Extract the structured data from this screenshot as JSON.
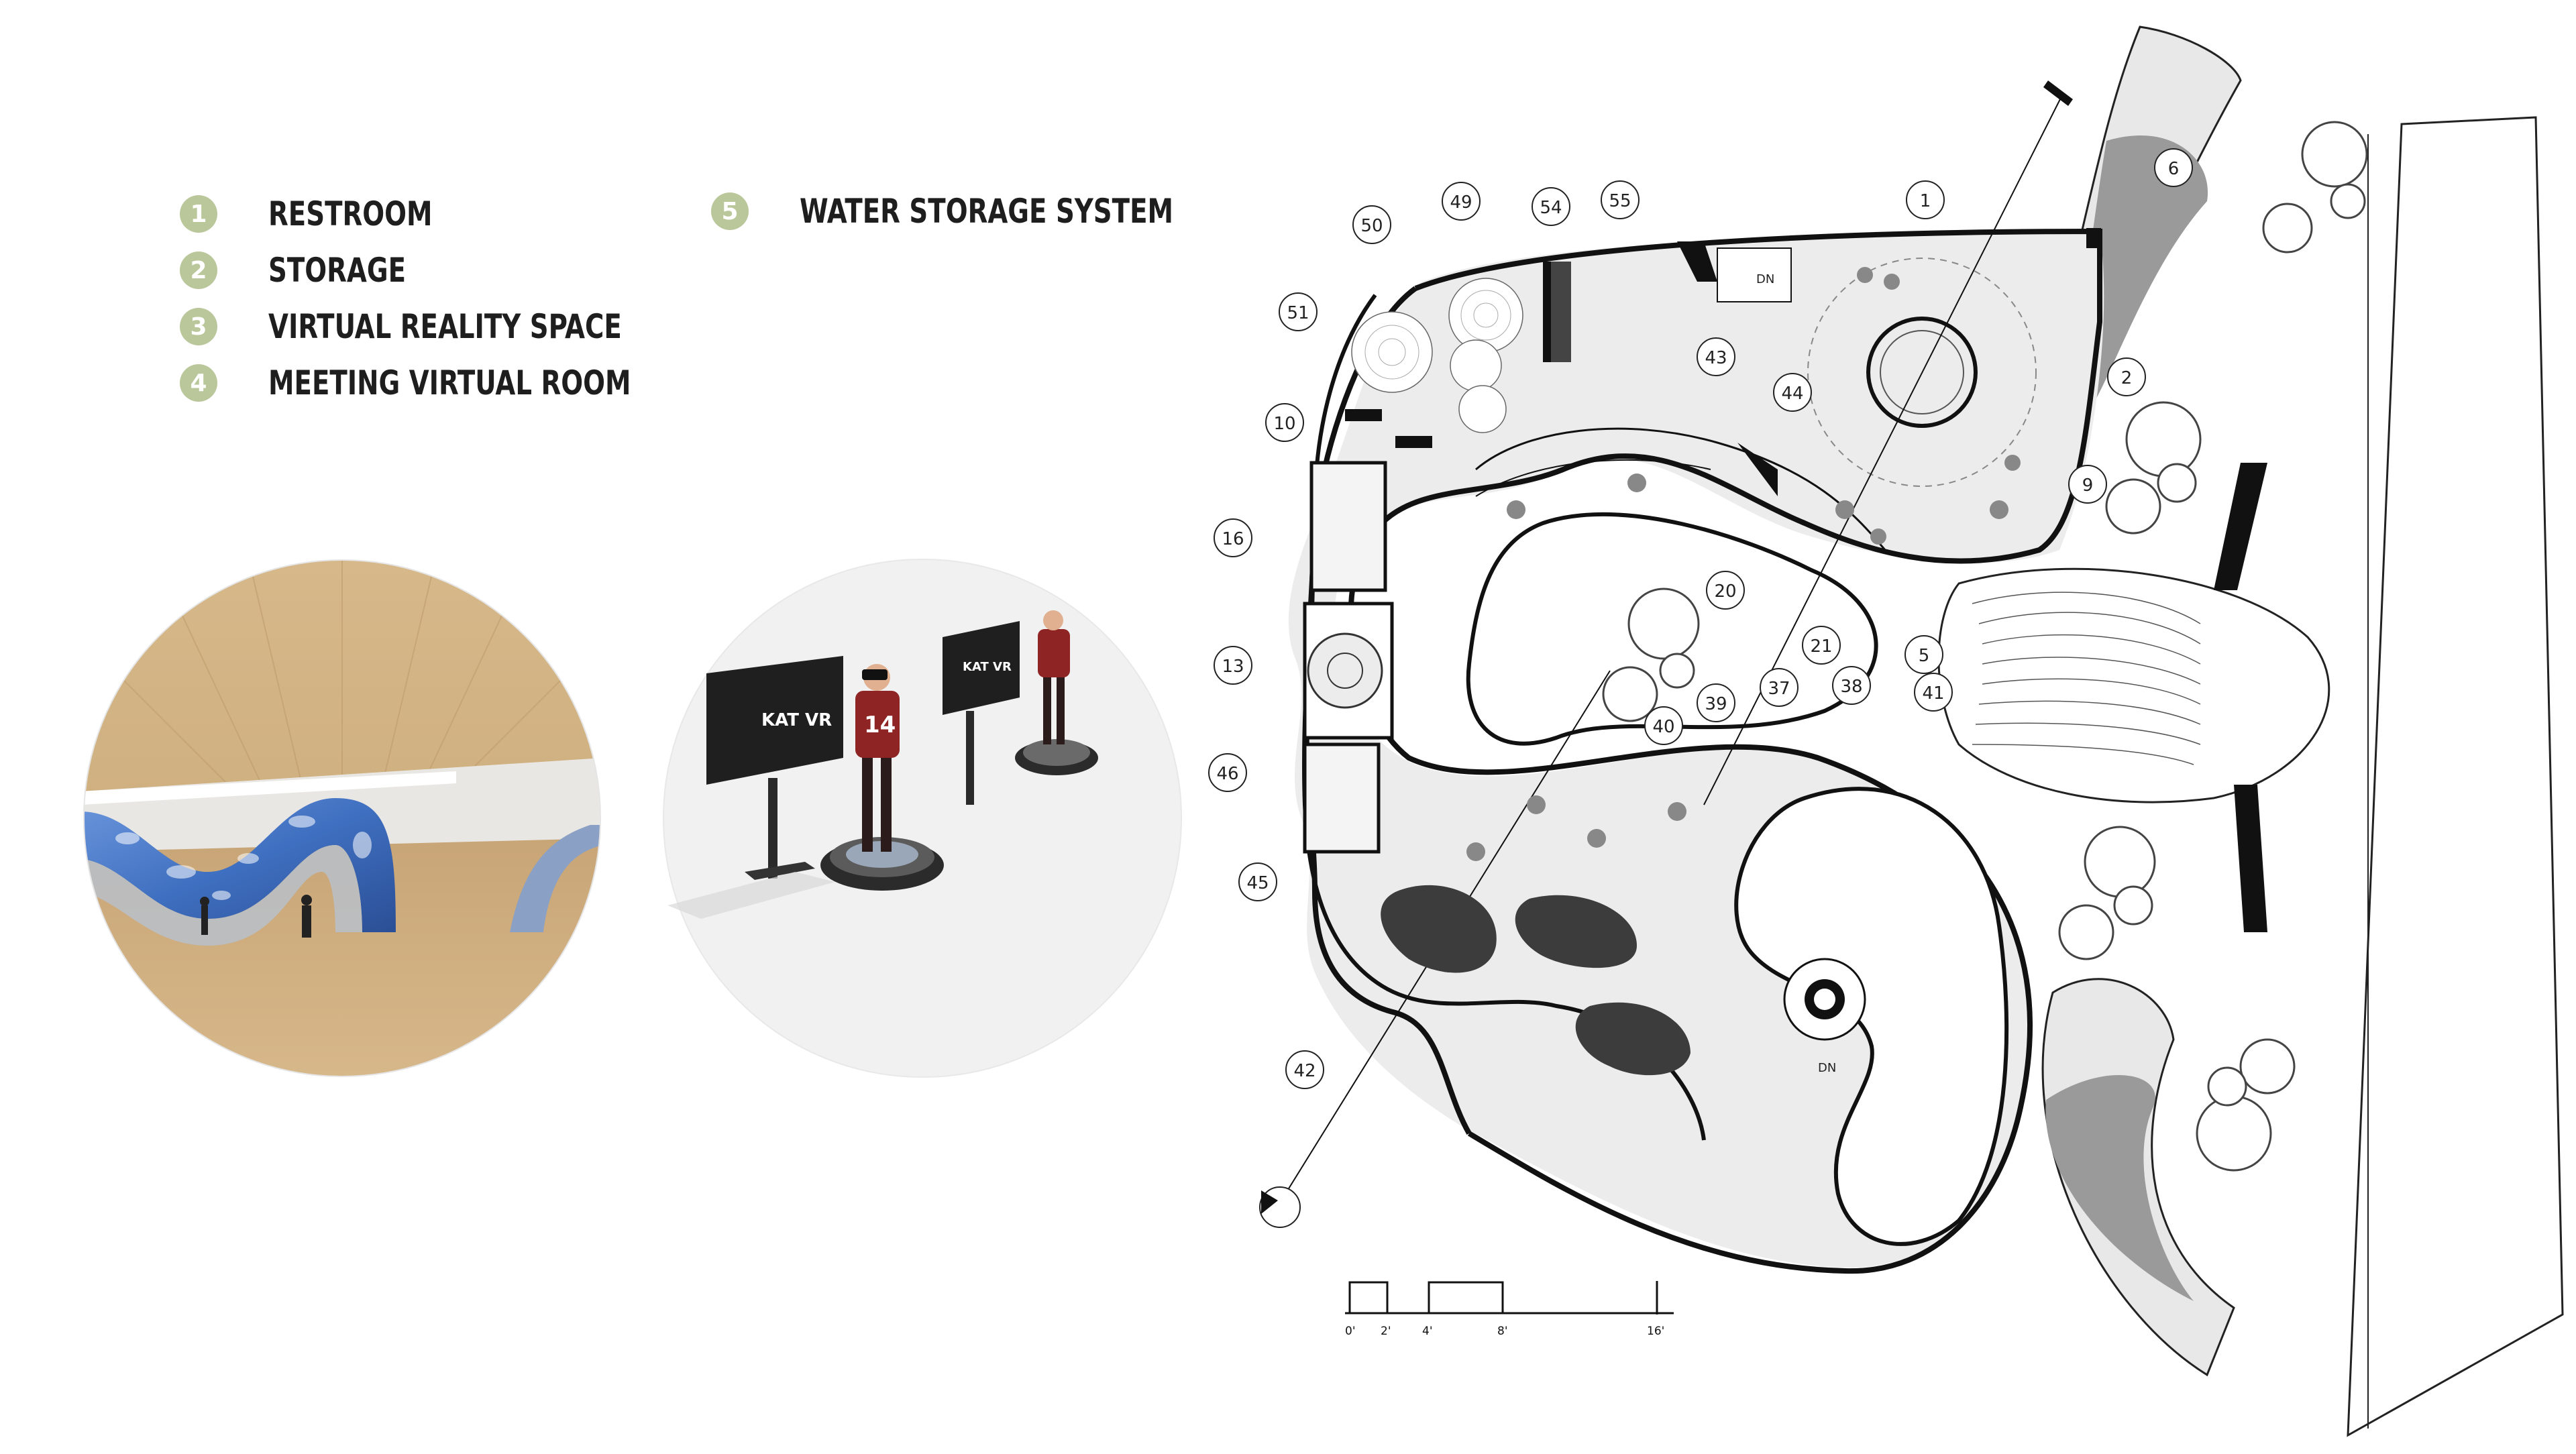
{
  "legend": [
    {
      "num": "1",
      "label": "RESTROOM"
    },
    {
      "num": "2",
      "label": "STORAGE"
    },
    {
      "num": "3",
      "label": "VIRTUAL REALITY SPACE"
    },
    {
      "num": "4",
      "label": "MEETING VIRTUAL ROOM"
    },
    {
      "num": "5",
      "label": "WATER STORAGE SYSTEM"
    }
  ],
  "vr_screen_brand": "KAT VR",
  "vr_player_number": "14",
  "plan": {
    "callouts": [
      "1",
      "2",
      "5",
      "6",
      "9",
      "10",
      "13",
      "16",
      "20",
      "21",
      "37",
      "38",
      "39",
      "40",
      "41",
      "42",
      "43",
      "44",
      "45",
      "46",
      "49",
      "50",
      "51",
      "54",
      "55"
    ],
    "stair_label_top": "DN",
    "stair_label_bottom": "DN"
  },
  "scale_bar": {
    "ticks": [
      "0'",
      "2'",
      "4'",
      "8'",
      "16'"
    ]
  },
  "colors": {
    "legend_badge": "#b9c79a",
    "floor": "#ececec",
    "wood": "#c9a878",
    "sculpture_blue": "#3f6fc0"
  }
}
